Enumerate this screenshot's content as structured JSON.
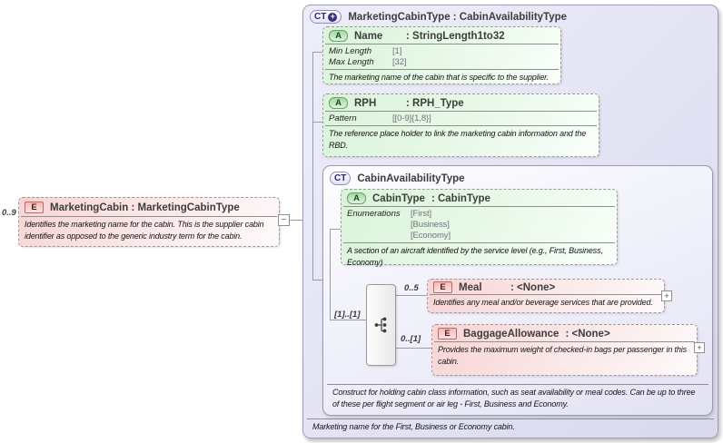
{
  "icons": {
    "expand": "+",
    "collapse": "−"
  },
  "colors": {
    "element_fill": "#f8d4d4",
    "attribute_fill": "#d9f3d9",
    "complex_type_fill": "#e6e6f6",
    "badge_element": "#b86a6a",
    "badge_attribute": "#6d9e6d",
    "badge_complex_type": "#2a2a77"
  },
  "root_element": {
    "cardinality": "0..9",
    "badge": "E",
    "name": "MarketingCabin",
    "type": ": MarketingCabinType",
    "description": "Identifies the marketing name for the cabin. This is the supplier cabin identifier as opposed to the generic industry term for the cabin."
  },
  "main_type": {
    "badge": "CT",
    "title": "MarketingCabinType : CabinAvailabilityType",
    "description": "Marketing name for the First, Business or Economy cabin.",
    "attributes": [
      {
        "badge": "A",
        "name": "Name",
        "type": ": StringLength1to32",
        "facets": [
          {
            "label": "Min Length",
            "value": "[1]"
          },
          {
            "label": "Max Length",
            "value": "[32]"
          }
        ],
        "description": "The marketing name of the cabin that is specific to the supplier."
      },
      {
        "badge": "A",
        "name": "RPH",
        "type": ": RPH_Type",
        "facets": [
          {
            "label": "Pattern",
            "value": "[[0-9]{1,8}]"
          }
        ],
        "description": "The reference place holder to link the marketing cabin information and the RBD."
      }
    ],
    "inner_type": {
      "badge": "CT",
      "title": "CabinAvailabilityType",
      "description": "Construct for holding cabin class information, such as seat availability or meal codes. Can be up to three of these per flight segment or air leg - First, Business and Economy.",
      "attribute": {
        "badge": "A",
        "name": "CabinType",
        "type": ": CabinType",
        "facet_label": "Enumerations",
        "enumerations": [
          "[First]",
          "[Business]",
          "[Economy]"
        ],
        "description": "A section of an aircraft identified by the service level (e.g., First, Business, Economy)"
      },
      "sequence_cardinality": "[1]..[1]",
      "elements": [
        {
          "badge": "E",
          "cardinality": "0..5",
          "name": "Meal",
          "type": ": <None>",
          "description": "Identifies any meal and/or beverage services that are provided."
        },
        {
          "badge": "E",
          "cardinality": "0..[1]",
          "name": "BaggageAllowance",
          "type": ": <None>",
          "description": "Provides the maximum weight of checked-in bags per passenger in this cabin."
        }
      ]
    }
  }
}
